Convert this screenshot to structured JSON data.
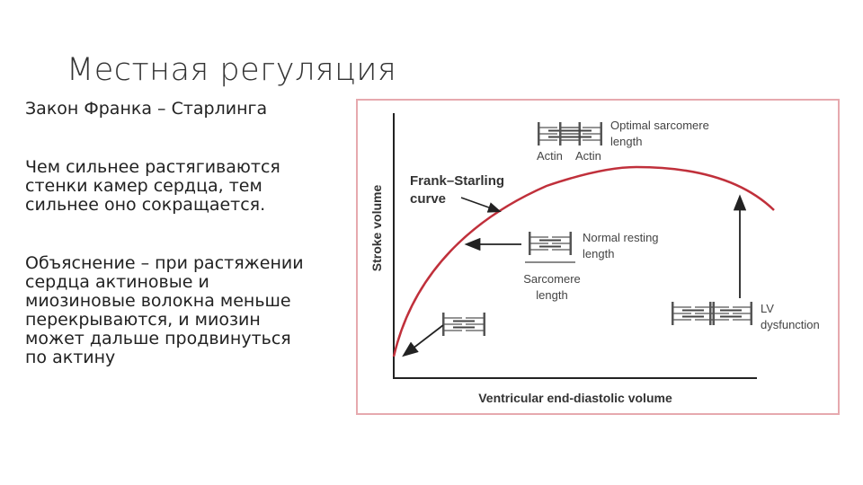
{
  "slide": {
    "title": "Местная регуляция",
    "subtitle": "Закон Франка – Старлинга",
    "paragraph1": "Чем сильнее растягиваются\nстенки камер сердца, тем\nсильнее оно сокращается.",
    "paragraph2": "Объяснение – при растяжении\nсердца актиновые и\nмиозиновые волокна меньше\nперекрываются, и миозин\nможет дальше продвинуться\nпо актину"
  },
  "diagram": {
    "y_axis_label": "Stroke volume",
    "x_axis_label": "Ventricular end-diastolic volume",
    "curve_label_line1": "Frank–Starling",
    "curve_label_line2": "curve",
    "optimal_label_line1": "Optimal sarcomere",
    "optimal_label_line2": "length",
    "actin_label_left": "Actin",
    "actin_label_right": "Actin",
    "normal_label_line1": "Normal resting",
    "normal_label_line2": "length",
    "sarcomere_label_line1": "Sarcomere",
    "sarcomere_label_line2": "length",
    "lv_label_line1": "LV",
    "lv_label_line2": "dysfunction",
    "colors": {
      "curve": "#c0303b",
      "frame": "#e6a9ae",
      "axis": "#222222",
      "sarcomere": "#555555"
    }
  }
}
